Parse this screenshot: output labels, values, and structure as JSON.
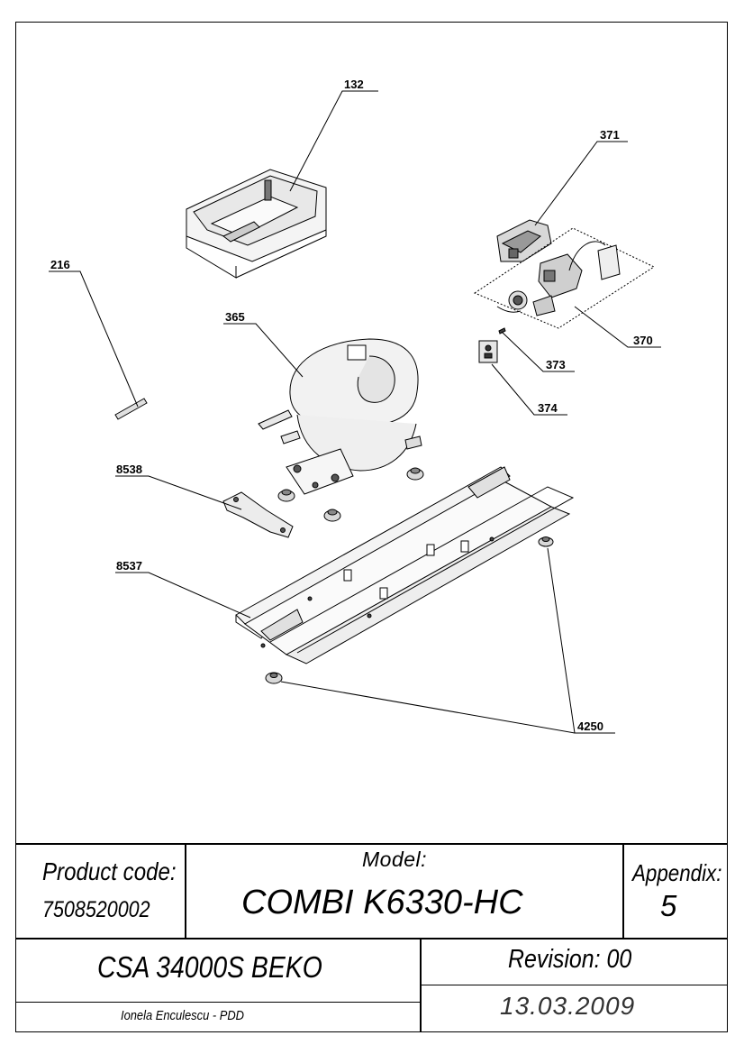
{
  "callouts": {
    "c132": "132",
    "c216": "216",
    "c365": "365",
    "c371": "371",
    "c370": "370",
    "c373": "373",
    "c374": "374",
    "c8538": "8538",
    "c8537": "8537",
    "c4250": "4250"
  },
  "title_block": {
    "product_code_label": "Product code:",
    "product_code_value": "7508520002",
    "model_label": "Model:",
    "model_value": "COMBI K6330-HC",
    "appendix_label": "Appendix:",
    "appendix_value": "5",
    "series": "CSA 34000S BEKO",
    "revision": "Revision: 00",
    "author": "Ionela Enculescu - PDD",
    "date": "13.03.2009"
  }
}
